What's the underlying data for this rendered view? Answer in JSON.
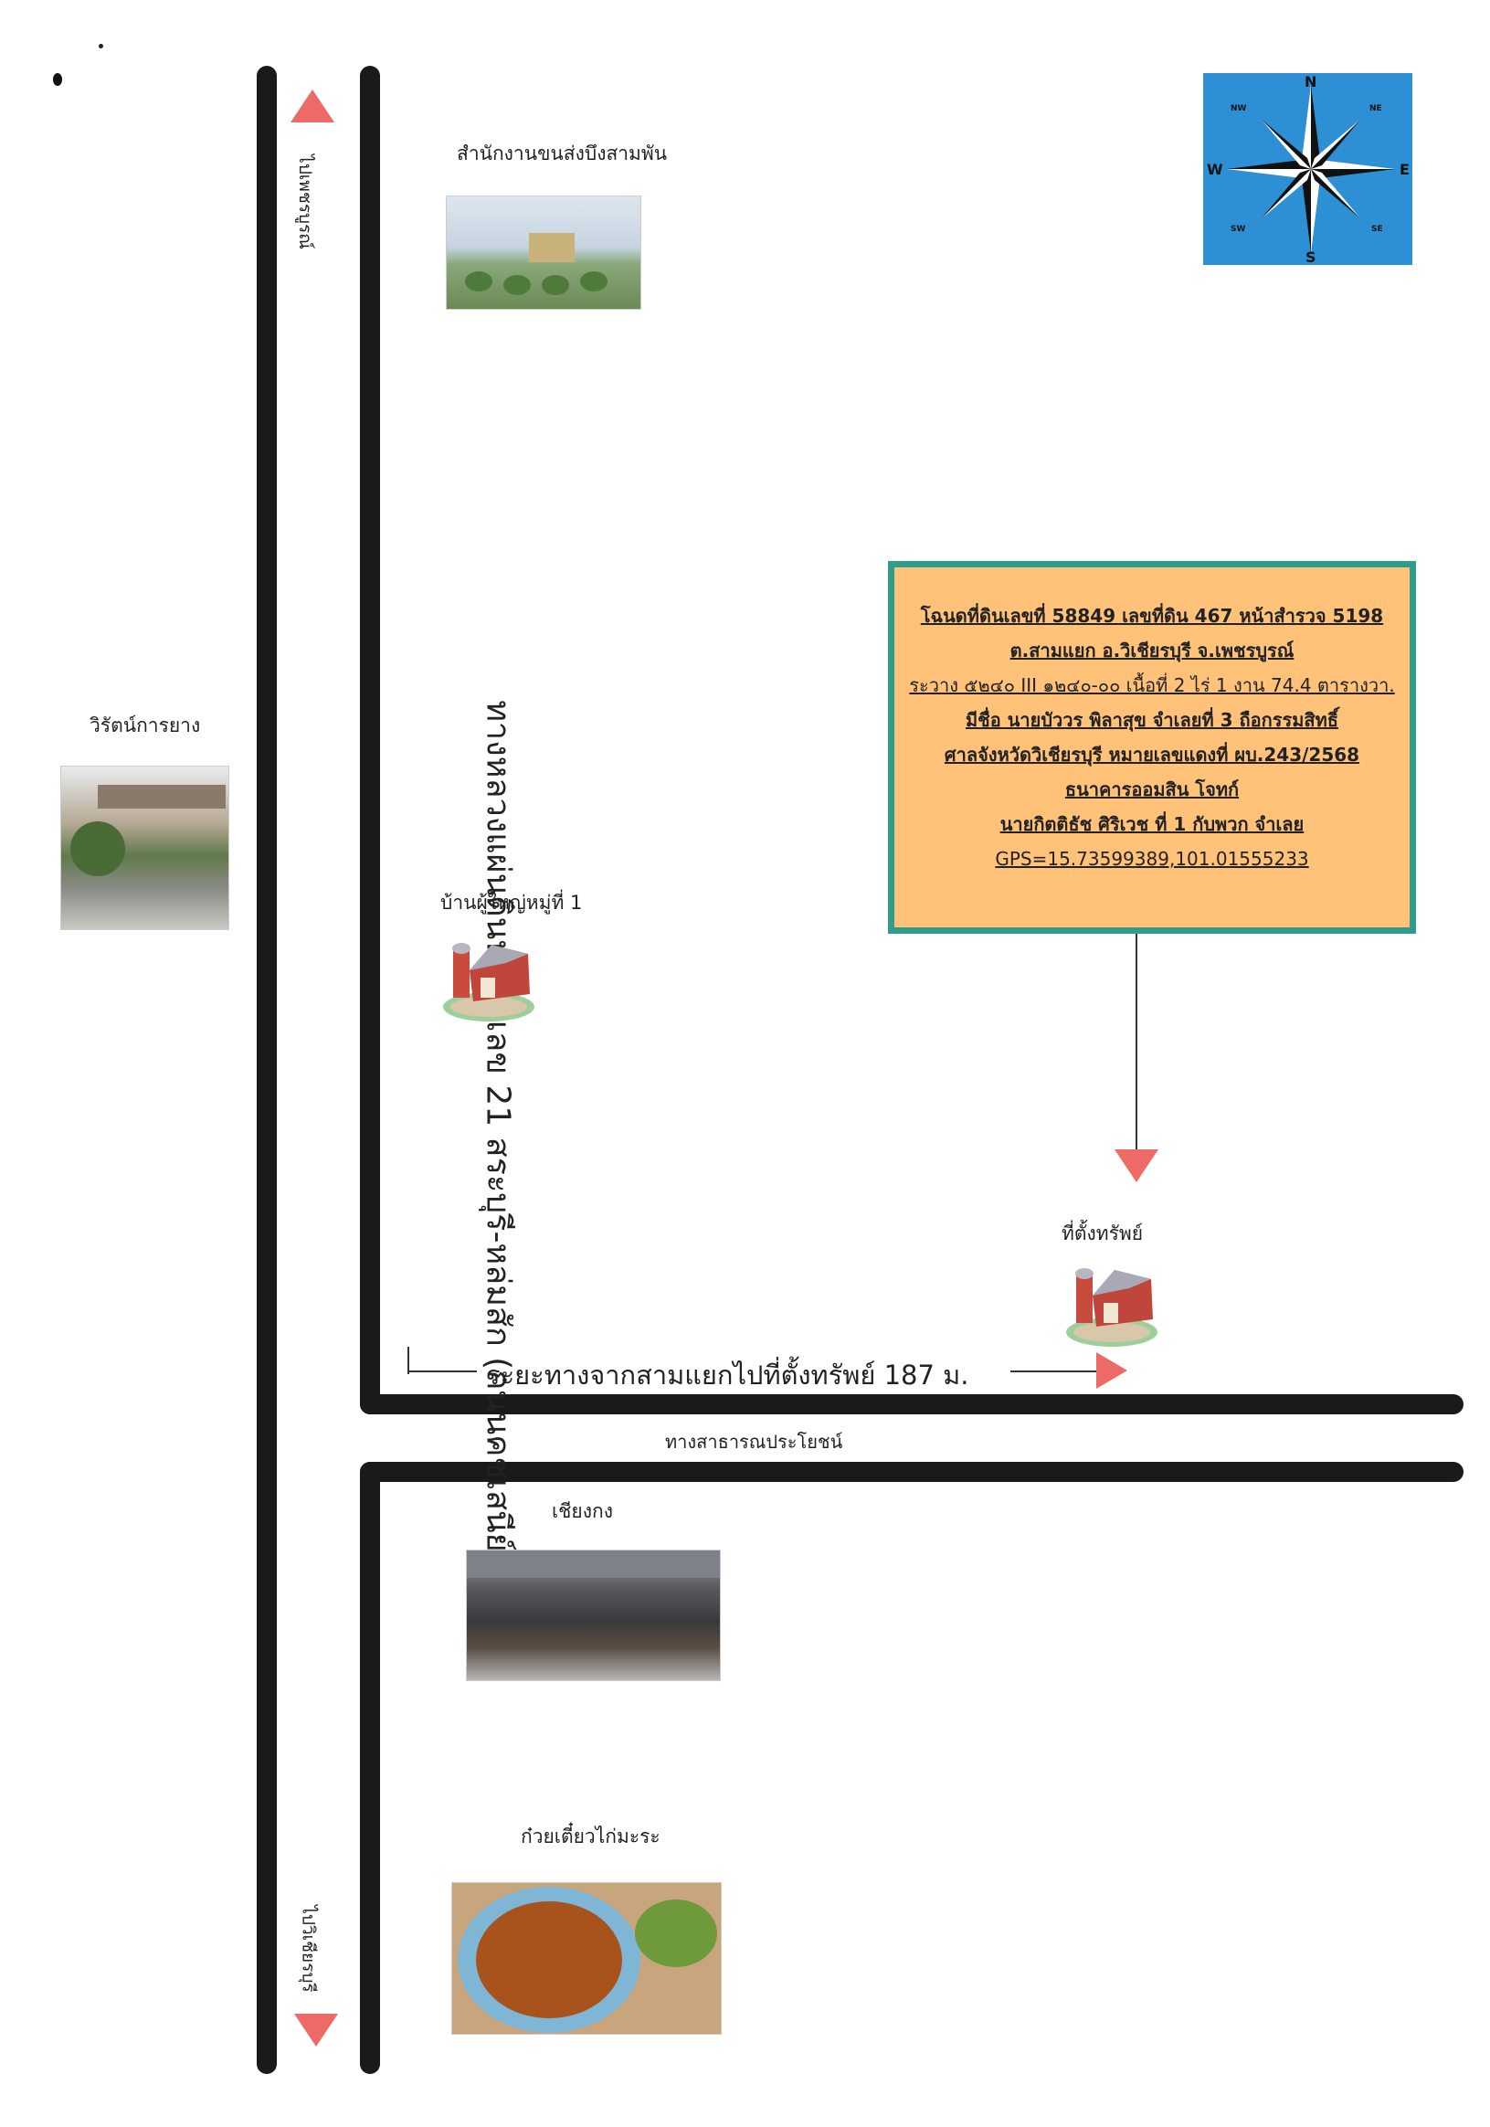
{
  "map": {
    "highway_label": "ทางหลวงแผ่นดินหมายเลข 21 สระบุรี-หล่มสัก (ถนนคชเสนีย์)",
    "to_north": "ไปเพชรบูรณ์",
    "to_south": "ไปวิเชียรบุรี",
    "side_road": "ทางสาธารณประโยชน์",
    "distance_label": "ระยะทางจากสามแยกไปที่ตั้งทรัพย์ 187  ม.",
    "landmarks": {
      "transport_office": "สำนักงานขนส่งบึงสามพัน",
      "rubber_shop": "วิรัตน์การยาง",
      "village_head": "บ้านผู้ใหญ่หมู่ที่ 1",
      "property": "ที่ตั้งทรัพย์",
      "junkyard": "เชียงกง",
      "noodle_shop": "ก๋วยเตี๋ยวไก่มะระ"
    },
    "compass": {
      "n": "N",
      "s": "S",
      "e": "E",
      "w": "W",
      "ne": "NE",
      "nw": "NW",
      "se": "SE",
      "sw": "SW"
    },
    "colors": {
      "road": "#1a1a1a",
      "arrow": "#ee6a66",
      "box_fill": "#ffc278",
      "box_border": "#2f9c8c",
      "compass_bg": "#2d8fd4"
    }
  },
  "info": {
    "line1": "โฉนดที่ดินเลขที่ 58849 เลขที่ดิน 467 หน้าสำรวจ 5198",
    "line2": "ต.สามแยก อ.วิเชียรบุรี จ.เพชรบูรณ์",
    "line3": "ระวาง ๕๒๔๐ III ๑๒๔๐-๐๐ เนื้อที่ 2 ไร่ 1 งาน 74.4 ตารางวา.",
    "line4": "มีชื่อ นายบัววร พิลาสุข จำเลยที่ 3 ถือกรรมสิทธิ์",
    "line5": "ศาลจังหวัดวิเชียรบุรี หมายเลขแดงที่ ผบ.243/2568",
    "line6": "ธนาคารออมสิน โจทก์",
    "line7": "นายกิตติธัช ศิริเวช ที่ 1 กับพวก จำเลย",
    "gps": "GPS=15.73599389,101.01555233"
  }
}
